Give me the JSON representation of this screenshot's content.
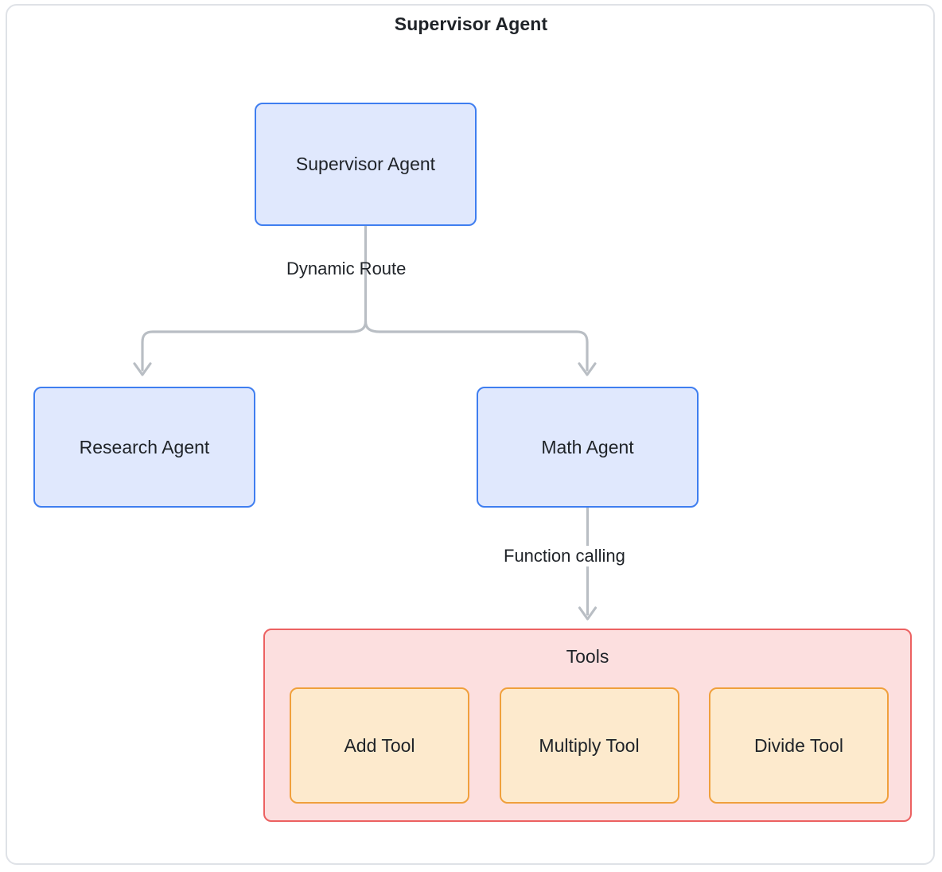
{
  "diagram": {
    "title": "Supervisor Agent",
    "type": "flowchart",
    "colors": {
      "frame_border": "#dfe2e7",
      "agent_fill": "#e0e8fd",
      "agent_border": "#3f7ef0",
      "tools_cluster_fill": "#fcdfdf",
      "tools_cluster_border": "#ec6161",
      "tool_fill": "#fdeacd",
      "tool_border": "#f0a03c",
      "edge": "#b9bec4",
      "text": "#1f2328"
    },
    "nodes": {
      "supervisor": {
        "label": "Supervisor Agent"
      },
      "research": {
        "label": "Research Agent"
      },
      "math": {
        "label": "Math Agent"
      }
    },
    "cluster": {
      "label": "Tools",
      "tools": [
        {
          "label": "Add Tool"
        },
        {
          "label": "Multiply Tool"
        },
        {
          "label": "Divide Tool"
        }
      ]
    },
    "edges": [
      {
        "from": "supervisor",
        "to": "research",
        "label": "Dynamic Route"
      },
      {
        "from": "supervisor",
        "to": "math",
        "label": "Dynamic Route"
      },
      {
        "from": "math",
        "to": "tools",
        "label": "Function calling"
      }
    ],
    "edge_labels": {
      "dynamic_route": "Dynamic Route",
      "function_calling": "Function calling"
    }
  }
}
